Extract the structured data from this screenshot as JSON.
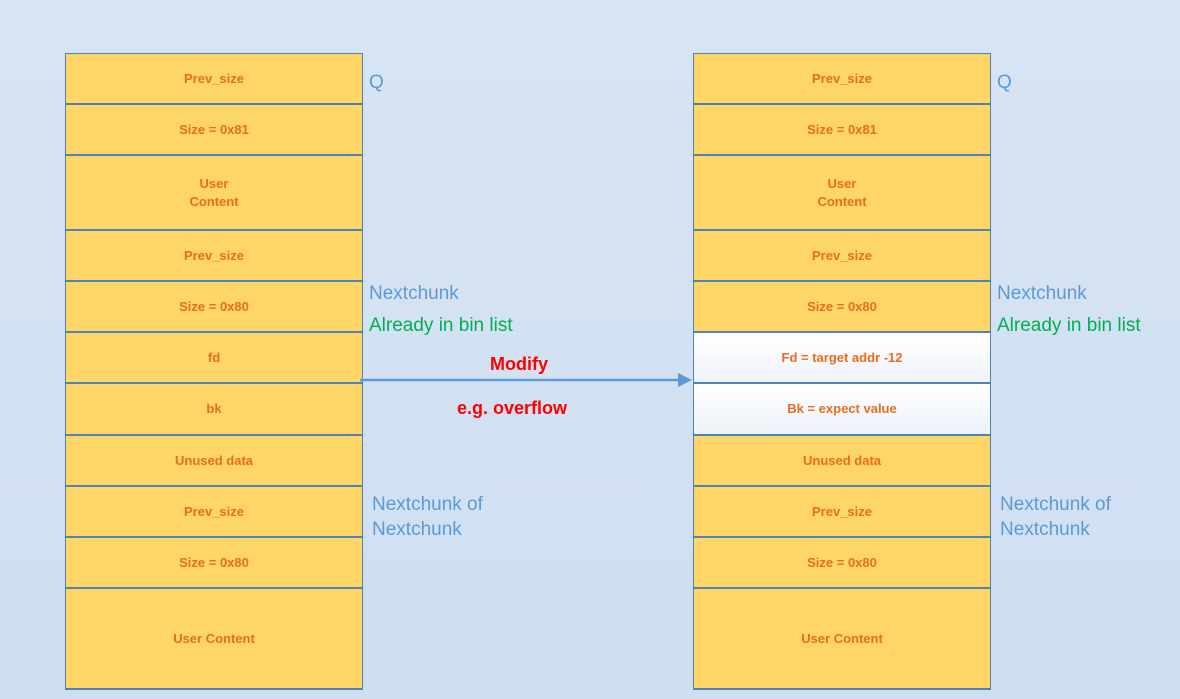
{
  "left_stack": {
    "cells": [
      {
        "text": "Prev_size",
        "style": "yellow"
      },
      {
        "text": "Size = 0x81",
        "style": "yellow"
      },
      {
        "text": "User\nContent",
        "style": "yellow"
      },
      {
        "text": "Prev_size",
        "style": "yellow"
      },
      {
        "text": "Size = 0x80",
        "style": "yellow"
      },
      {
        "text": "fd",
        "style": "yellow"
      },
      {
        "text": "bk",
        "style": "yellow"
      },
      {
        "text": "Unused data",
        "style": "yellow"
      },
      {
        "text": "Prev_size",
        "style": "yellow"
      },
      {
        "text": "Size = 0x80",
        "style": "yellow"
      },
      {
        "text": "User Content",
        "style": "yellow"
      }
    ]
  },
  "right_stack": {
    "cells": [
      {
        "text": "Prev_size",
        "style": "yellow"
      },
      {
        "text": "Size = 0x81",
        "style": "yellow"
      },
      {
        "text": "User\nContent",
        "style": "yellow"
      },
      {
        "text": "Prev_size",
        "style": "yellow"
      },
      {
        "text": "Size = 0x80",
        "style": "yellow"
      },
      {
        "text": "Fd = target addr -12",
        "style": "white"
      },
      {
        "text": "Bk = expect value",
        "style": "white"
      },
      {
        "text": "Unused data",
        "style": "yellow"
      },
      {
        "text": "Prev_size",
        "style": "yellow"
      },
      {
        "text": "Size = 0x80",
        "style": "yellow"
      },
      {
        "text": "User Content",
        "style": "yellow"
      }
    ]
  },
  "labels": {
    "q_left": "Q",
    "q_right": "Q",
    "nextchunk_left": "Nextchunk",
    "already_left": "Already in bin list",
    "nextchunk_right": "Nextchunk",
    "already_right": "Already in bin list",
    "nn_left": "Nextchunk of\nNextchunk",
    "nn_right": "Nextchunk of\nNextchunk",
    "modify": "Modify",
    "overflow": "e.g. overflow"
  },
  "colors": {
    "cell_fill": "#fdd667",
    "cell_text": "#e96d1e",
    "border": "#4f81bd",
    "label_blue": "#5b9bd5",
    "label_green": "#00b050",
    "label_red": "#ff0000"
  }
}
